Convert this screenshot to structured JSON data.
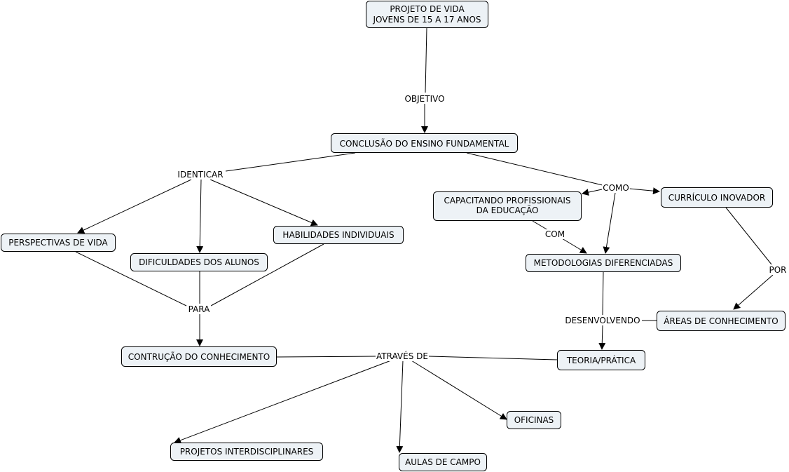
{
  "nodes": {
    "projeto": [
      "PROJETO DE VIDA",
      "JOVENS DE 15 A 17 ANOS"
    ],
    "conclusao": [
      "CONCLUSÃO DO ENSINO FUNDAMENTAL"
    ],
    "perspectivas": [
      "PERSPECTIVAS DE VIDA"
    ],
    "dificuldades": [
      "DIFICULDADES DOS ALUNOS"
    ],
    "habilidades": [
      "HABILIDADES INDIVIDUAIS"
    ],
    "capacitando": [
      "CAPACITANDO PROFISSIONAIS",
      "DA EDUCAÇÃO"
    ],
    "curriculo": [
      "CURRÍCULO INOVADOR"
    ],
    "metodologias": [
      "METODOLOGIAS DIFERENCIADAS"
    ],
    "areas": [
      "ÁREAS DE CONHECIMENTO"
    ],
    "construcao": [
      "CONTRUÇÃO DO CONHECIMENTO"
    ],
    "teoria": [
      "TEORIA/PRÁTICA"
    ],
    "oficinas": [
      "OFICINAS"
    ],
    "projetos_inter": [
      "PROJETOS INTERDISCIPLINARES"
    ],
    "aulas": [
      "AULAS DE CAMPO"
    ]
  },
  "links": {
    "objetivo": "OBJETIVO",
    "identicar": "IDENTICAR",
    "como": "COMO",
    "com": "COM",
    "por": "POR",
    "para": "PARA",
    "desenvolvendo": "DESENVOLVENDO",
    "atraves": "ATRAVÉS DE"
  }
}
